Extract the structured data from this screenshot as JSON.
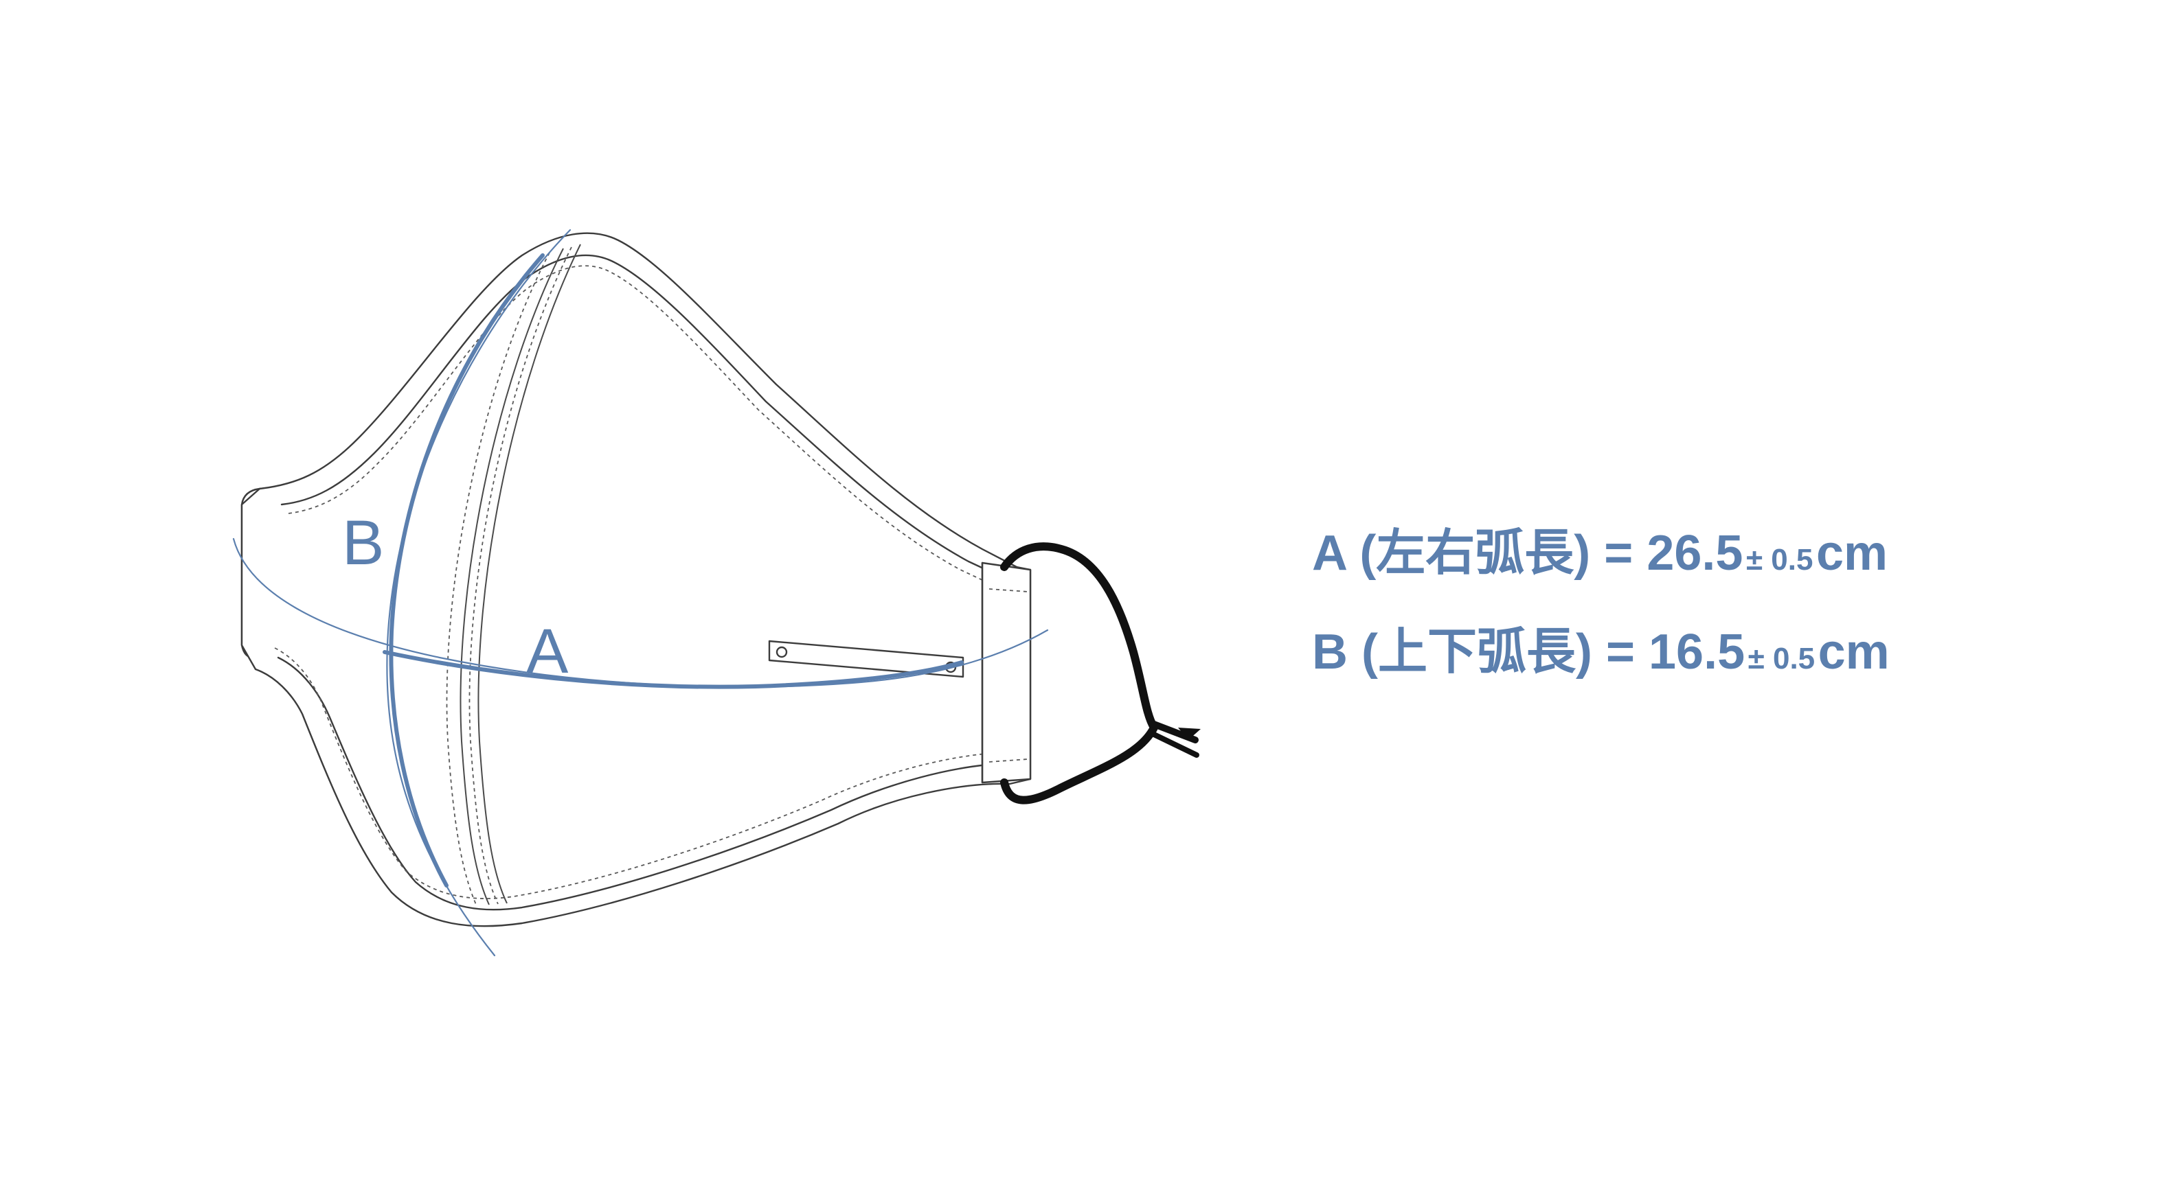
{
  "colors": {
    "accent": "#5b7fae",
    "outline": "#3c3c3c",
    "strap": "#111111",
    "background": "#ffffff"
  },
  "labels": {
    "arc_a_letter": "A",
    "arc_b_letter": "B"
  },
  "specs": [
    {
      "prefix": "A (左右弧長) = 26.5",
      "tolerance": "± 0.5",
      "unit": "cm"
    },
    {
      "prefix": "B (上下弧長) = 16.5",
      "tolerance": "± 0.5",
      "unit": "cm"
    }
  ]
}
